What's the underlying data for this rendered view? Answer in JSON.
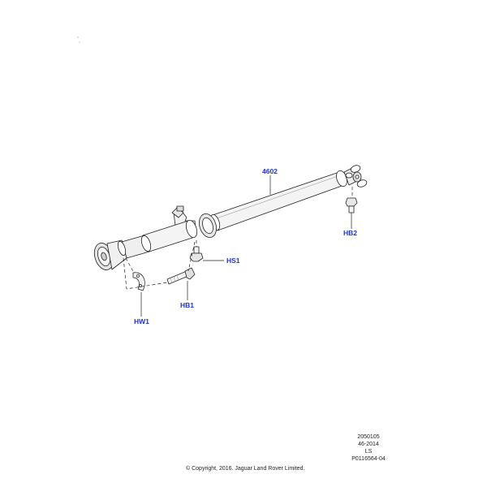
{
  "callouts": {
    "driveshaft": "4602",
    "bolt_rear": "HB2",
    "nut_bearing": "HS1",
    "bolt_front": "HB1",
    "heat_shield": "HW1"
  },
  "reference": {
    "line1": "2050105",
    "line2": "46-2014",
    "line3": "LS",
    "line4": "P0116564-04"
  },
  "copyright": "© Copyright, 2016. Jaguar Land Rover Limited.",
  "colors": {
    "callout": "#2233cc",
    "line": "#222222"
  }
}
